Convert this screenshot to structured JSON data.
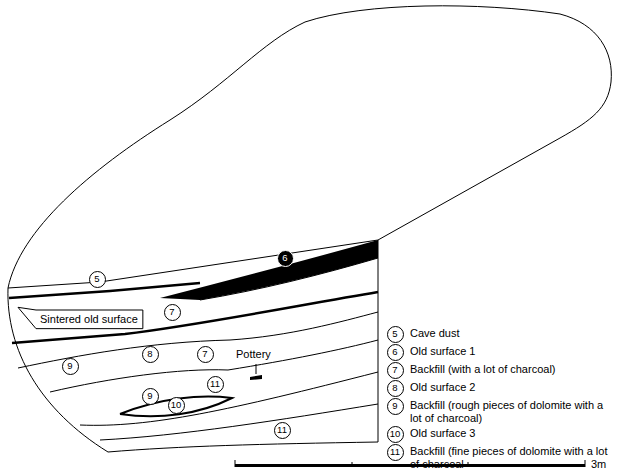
{
  "diagram": {
    "nodes": [
      {
        "text": [
          "5"
        ]
      },
      {
        "text": [
          "6"
        ]
      },
      {
        "text": [
          "7"
        ]
      },
      {
        "text": [
          "8"
        ]
      },
      {
        "text": [
          "7"
        ]
      },
      {
        "text": [
          "9"
        ]
      },
      {
        "text": [
          "11"
        ]
      },
      {
        "text": [
          "9"
        ]
      },
      {
        "text": [
          "10"
        ]
      },
      {
        "text": [
          "11"
        ]
      },
      {
        "text": [
          "5"
        ]
      },
      {
        "text": [
          "6"
        ]
      },
      {
        "text": [
          "7"
        ]
      },
      {
        "text": [
          "8"
        ]
      },
      {
        "text": [
          "9"
        ]
      },
      {
        "text": [
          "10"
        ]
      },
      {
        "text": [
          "11"
        ]
      }
    ],
    "labels": [
      "Sintered old surface",
      "Pottery",
      "3m"
    ],
    "legend": [
      {
        "text": "Cave dust"
      },
      {
        "text": "Old surface 1"
      },
      {
        "text": "Backfill (with a lot of charcoal)"
      },
      {
        "text": "Old surface 2"
      },
      {
        "text": "Backfill (rough pieces of dolomite with a lot of charcoal)"
      },
      {
        "text": "Old surface 3"
      },
      {
        "text": "Backfill (fine pieces of dolomite with a lot of charcoal"
      }
    ]
  }
}
